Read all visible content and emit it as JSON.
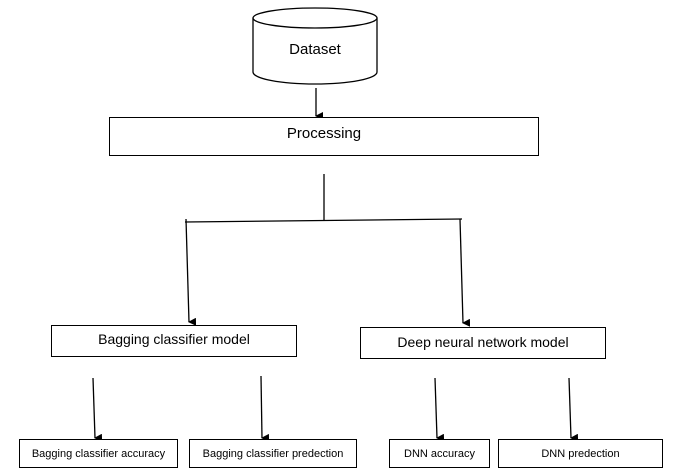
{
  "diagram": {
    "dataset": {
      "label": "Dataset"
    },
    "processing": {
      "label": "Processing"
    },
    "bagging_model": {
      "label": "Bagging classifier model"
    },
    "dnn_model": {
      "label": "Deep neural network  model"
    },
    "outputs": [
      {
        "label": "Bagging classifier accuracy"
      },
      {
        "label": "Bagging classifier  predection"
      },
      {
        "label": "DNN accuracy"
      },
      {
        "label": "DNN predection"
      }
    ],
    "colors": {
      "stroke": "#000000",
      "fill": "#ffffff",
      "text": "#000000"
    }
  }
}
